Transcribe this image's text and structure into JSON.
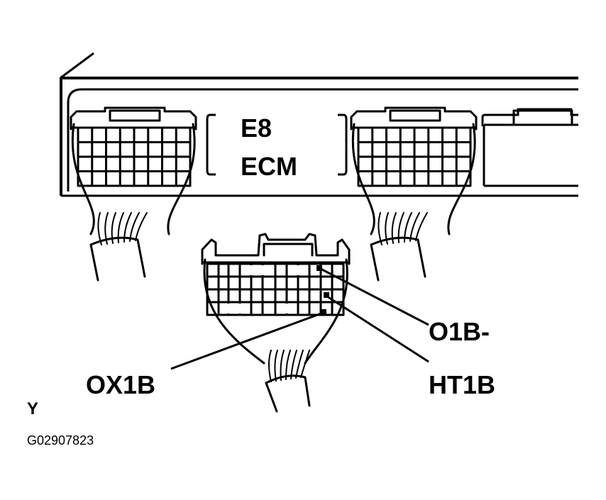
{
  "ecm_label": {
    "line1": "E8",
    "line2": "ECM"
  },
  "callouts": {
    "o1b": "O1B-",
    "ht1b": "HT1B",
    "ox1b": "OX1B"
  },
  "view_letter": "Y",
  "figure_id": "G02907823"
}
